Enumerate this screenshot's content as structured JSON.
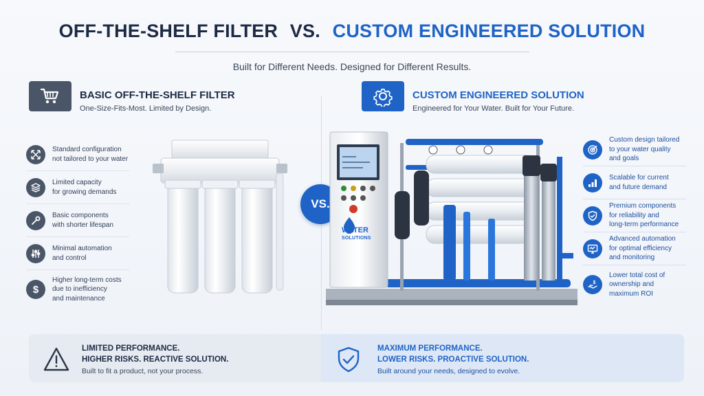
{
  "header": {
    "title_left": "OFF-THE-SHELF FILTER",
    "title_vs": "VS.",
    "title_right": "CUSTOM ENGINEERED SOLUTION",
    "subtitle": "Built for Different Needs. Designed for Different Results."
  },
  "left": {
    "icon": "shopping-cart-icon",
    "title": "BASIC OFF-THE-SHELF FILTER",
    "subtitle": "One-Size-Fits-Most. Limited by Design.",
    "features": [
      {
        "icon": "resize-arrows-icon",
        "text": "Standard configuration\nnot tailored to your water"
      },
      {
        "icon": "layers-icon",
        "text": "Limited capacity\nfor growing demands"
      },
      {
        "icon": "wrench-icon",
        "text": "Basic components\nwith shorter lifespan"
      },
      {
        "icon": "sliders-icon",
        "text": "Minimal automation\nand control"
      },
      {
        "icon": "dollar-icon",
        "text": "Higher long-term costs\ndue to inefficiency\nand maintenance"
      }
    ]
  },
  "right": {
    "icon": "gear-icon",
    "title": "CUSTOM ENGINEERED SOLUTION",
    "subtitle": "Engineered for Your Water. Built for Your Future.",
    "features": [
      {
        "icon": "target-icon",
        "text": "Custom design tailored\nto your water quality\nand goals"
      },
      {
        "icon": "bar-chart-icon",
        "text": "Scalable for current\nand future demand"
      },
      {
        "icon": "shield-check-icon",
        "text": "Premium components\nfor reliability and\nlong-term performance"
      },
      {
        "icon": "monitor-icon",
        "text": "Advanced automation\nfor optimal efficiency\nand monitoring"
      },
      {
        "icon": "hand-dollar-icon",
        "text": "Lower total cost of\nownership and\nmaximum ROI"
      }
    ]
  },
  "vs_badge": "VS.",
  "brand": {
    "line1": "WATER",
    "line2": "SOLUTIONS"
  },
  "bottom_left": {
    "icon": "warning-triangle-icon",
    "line1": "LIMITED PERFORMANCE.",
    "line2": "HIGHER RISKS. REACTIVE SOLUTION.",
    "line3": "Built to fit a product, not your process."
  },
  "bottom_right": {
    "icon": "shield-check-icon",
    "line1": "MAXIMUM PERFORMANCE.",
    "line2": "LOWER RISKS. PROACTIVE SOLUTION.",
    "line3": "Built around your needs, designed to evolve."
  },
  "colors": {
    "accent": "#1f63c6",
    "dark": "#1c2a44",
    "icon_gray": "#4a5668"
  }
}
